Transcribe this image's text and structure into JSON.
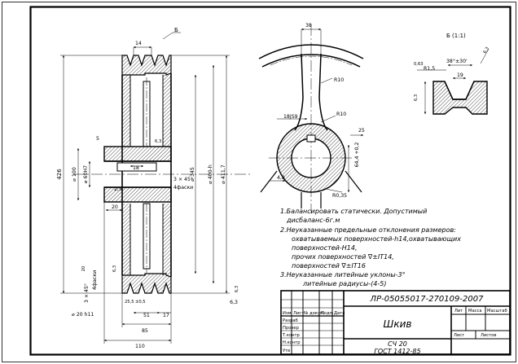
{
  "view_b_label": "Б (1:1)",
  "label_b": "Б",
  "dimensions": {
    "d14": "14",
    "d426": "426",
    "d5": "5",
    "d100": "⌀ 100",
    "d60h7": "⌀ 60Н7",
    "d18": "18",
    "d63a": "6,3",
    "d3x45a": "3 × 45°",
    "d4faski_a": "4фаски",
    "d345": "⌀ 345",
    "d400": "⌀ 400-h",
    "d4117": "⌀ 411,7",
    "d25": "2,5",
    "d20": "20",
    "d3x45b": "3 × 45°",
    "d20sup": "20",
    "d4faski_b": "4фаски",
    "d63b": "6,3",
    "d20h11": "⌀ 20 h11",
    "d255": "25,5",
    "d05": "±0,5",
    "d51": "51",
    "d17": "17",
    "d85": "85",
    "d110": "110",
    "d63c": "6,3",
    "d38": "38",
    "r10a": "R10",
    "r10b": "R10",
    "d18js9": "18JS9",
    "d25b": "25",
    "d644": "64,4 +0,2",
    "d48": "4,8",
    "r035": "R0,35",
    "d63d": "6,3",
    "d63e": "0,63",
    "r15": "R1,5",
    "d38deg": "38°±30'",
    "d19": "19",
    "d63f": "6,3"
  },
  "notes": [
    "1.Балансировать статически. Допустимый",
    "дисбаланс-6г.м",
    "2.Неуказанные предельные отклонения размеров:",
    "охватываемых поверхностей-h14,охватывающих",
    "поверхностей-Н14,",
    "прочих поверхностей ∇±IT14,",
    "поверхностей ∇±IT16",
    "3.Неуказанные литейные уклоны-3°",
    "литейные радиусы-(4-5)"
  ],
  "title_block": {
    "doc_code": "ЛР-05055017-270109-2007",
    "part_name": "Шкив",
    "material_line1": "СЧ 20",
    "material_line2": "ГОСТ 1412-85",
    "col_lit": "Лит",
    "col_mass": "Масса",
    "col_scale": "Масштаб",
    "col_sheet": "Лист",
    "col_sheets": "Листов",
    "col_izm": "Изм",
    "col_list": "Лист",
    "col_ndoc": "№ докум.",
    "col_sign": "Подп.",
    "col_date": "Дата",
    "row_razrab": "Разраб",
    "row_prov": "Провер",
    "row_tkontr": "Т.контр",
    "row_nkontr": "Н.контр",
    "row_utv": "Утв"
  }
}
